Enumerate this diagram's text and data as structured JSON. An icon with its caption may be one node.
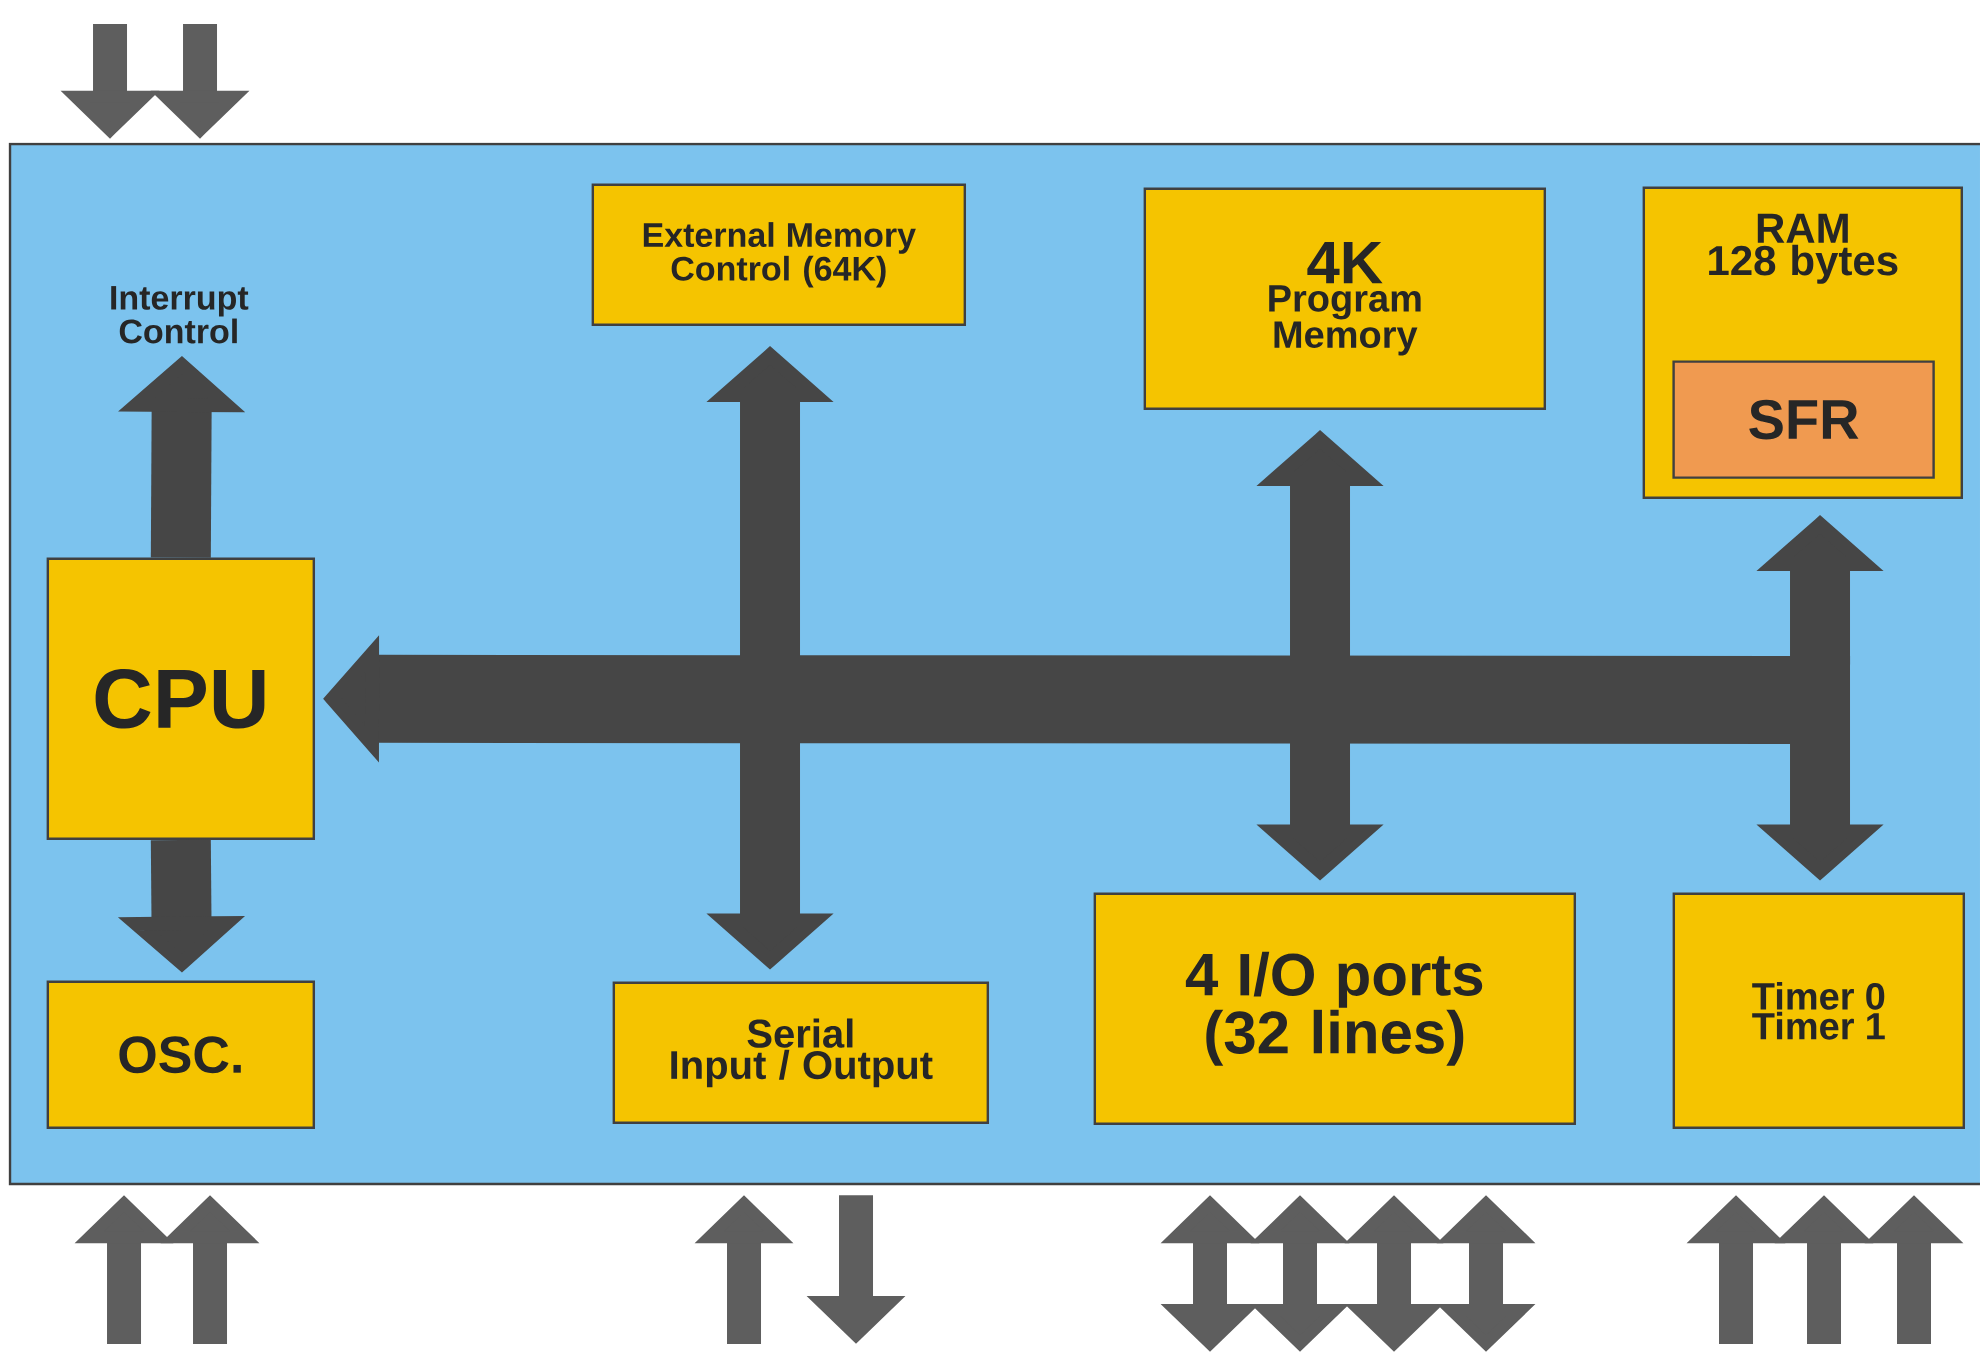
{
  "diagram": {
    "nodes": [
      {
        "text": [],
        "shape": "box"
      },
      {
        "text": [
          "Interrupt Control"
        ],
        "in": 0
      },
      {
        "text": [
          "External Memory Control (64K)"
        ],
        "in": 0
      },
      {
        "text": [
          "4K",
          "Program Memory"
        ],
        "in": 0
      },
      {
        "text": [
          "RAM",
          "128 bytes"
        ],
        "in": 0
      },
      {
        "text": [
          "SFR"
        ],
        "in": 4
      },
      {
        "text": [
          "CPU"
        ],
        "in": 0
      },
      {
        "text": [
          "OSC."
        ],
        "in": 0
      },
      {
        "text": [
          "Serial",
          "Input / Output"
        ],
        "in": 0
      },
      {
        "text": [
          "4 I/O ports (32 lines)"
        ],
        "in": 0
      },
      {
        "text": [
          "Timer 0 Timer 1"
        ],
        "in": 0
      }
    ],
    "edges": [
      {
        "from": null,
        "to": 0,
        "arrow": "to"
      },
      {
        "from": null,
        "to": 0,
        "arrow": "to"
      },
      {
        "from": 6,
        "to": 1,
        "arrow": "to"
      },
      {
        "from": 6,
        "to": 7,
        "arrow": "to"
      },
      {
        "from": null,
        "to": 6,
        "arrow": "to",
        "style": "thick"
      },
      {
        "from": 2,
        "to": 8,
        "arrow": "both"
      },
      {
        "from": 3,
        "to": 9,
        "arrow": "both"
      },
      {
        "from": 4,
        "to": 10,
        "arrow": "both"
      },
      {
        "from": null,
        "to": 0,
        "arrow": "to"
      },
      {
        "from": null,
        "to": 0,
        "arrow": "to"
      },
      {
        "from": null,
        "to": 0,
        "arrow": "to"
      },
      {
        "from": 0,
        "to": null,
        "arrow": "to"
      },
      {
        "from": 0,
        "to": null,
        "arrow": "both"
      },
      {
        "from": 0,
        "to": null,
        "arrow": "both"
      },
      {
        "from": 0,
        "to": null,
        "arrow": "both"
      },
      {
        "from": 0,
        "to": null,
        "arrow": "both"
      },
      {
        "from": null,
        "to": 0,
        "arrow": "to"
      },
      {
        "from": null,
        "to": 0,
        "arrow": "to"
      },
      {
        "from": null,
        "to": 0,
        "arrow": "to"
      }
    ]
  }
}
